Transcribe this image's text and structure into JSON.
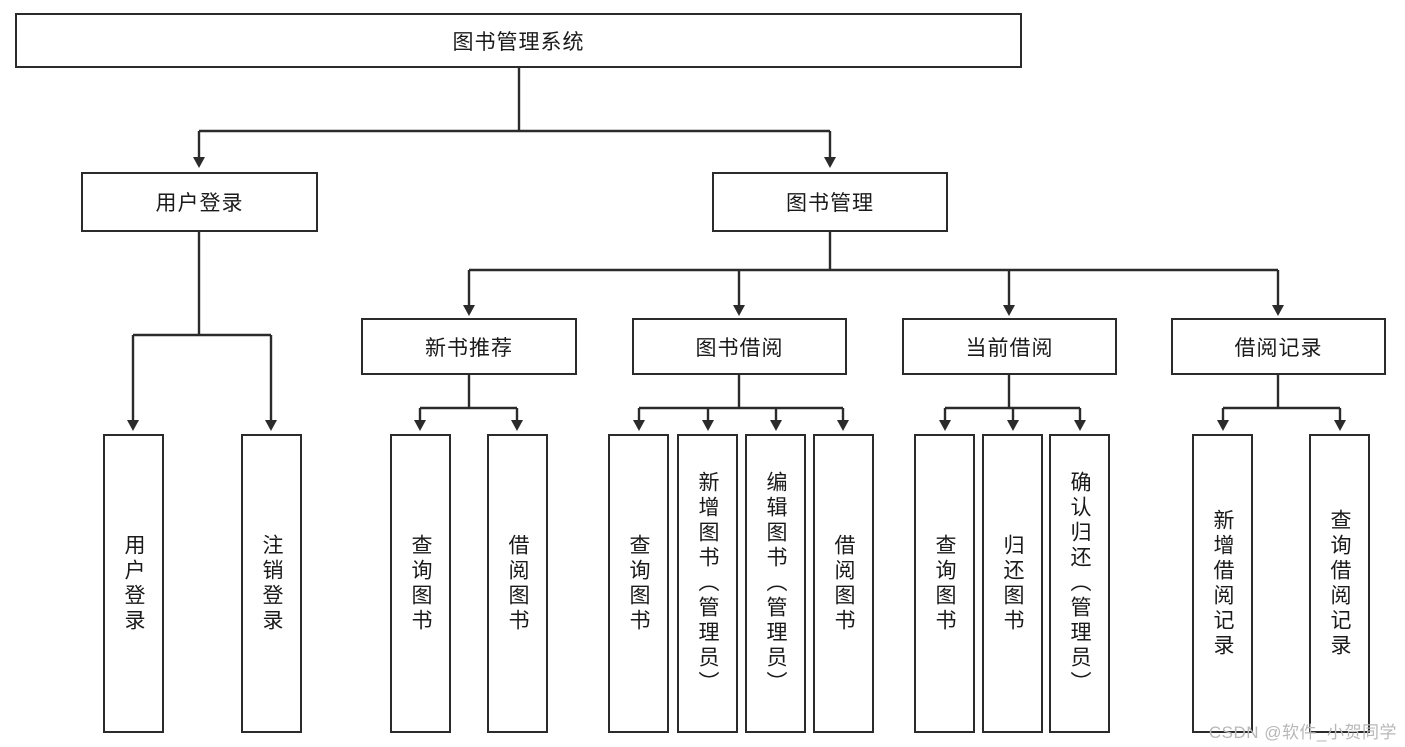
{
  "diagram": {
    "title": "图书管理系统",
    "type": "hierarchy-tree",
    "watermark": "CSDN @软件_小贺同学",
    "levels": {
      "level1": [
        {
          "id": "root",
          "label": "图书管理系统"
        }
      ],
      "level2": [
        {
          "id": "user-login",
          "label": "用户登录"
        },
        {
          "id": "book-manage",
          "label": "图书管理"
        }
      ],
      "level3": [
        {
          "id": "new-book-rec",
          "label": "新书推荐"
        },
        {
          "id": "book-borrow",
          "label": "图书借阅"
        },
        {
          "id": "current-borrow",
          "label": "当前借阅"
        },
        {
          "id": "borrow-record",
          "label": "借阅记录"
        }
      ],
      "level4": [
        {
          "id": "leaf-user-login",
          "label": "用户登录"
        },
        {
          "id": "leaf-logout",
          "label": "注销登录"
        },
        {
          "id": "leaf-query-book-1",
          "label": "查询图书"
        },
        {
          "id": "leaf-borrow-book-1",
          "label": "借阅图书"
        },
        {
          "id": "leaf-query-book-2",
          "label": "查询图书"
        },
        {
          "id": "leaf-add-book",
          "label": "新增图书（管理员）"
        },
        {
          "id": "leaf-edit-book",
          "label": "编辑图书（管理员）"
        },
        {
          "id": "leaf-borrow-book-2",
          "label": "借阅图书"
        },
        {
          "id": "leaf-query-book-3",
          "label": "查询图书"
        },
        {
          "id": "leaf-return-book",
          "label": "归还图书"
        },
        {
          "id": "leaf-confirm-return",
          "label": "确认归还（管理员）"
        },
        {
          "id": "leaf-add-record",
          "label": "新增借阅记录"
        },
        {
          "id": "leaf-query-record",
          "label": "查询借阅记录"
        }
      ]
    },
    "colors": {
      "stroke": "#2b2b2b",
      "fill": "#ffffff",
      "text": "#1a1a1a",
      "watermark": "#b8b8b8"
    }
  }
}
